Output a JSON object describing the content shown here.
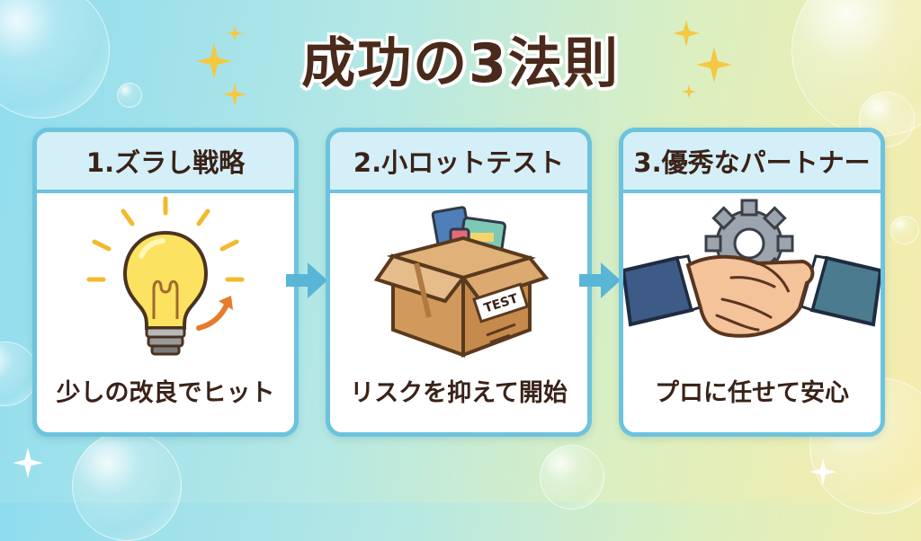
{
  "title": "成功の3法則",
  "cards": [
    {
      "heading": "1.ズラし戦略",
      "caption": "少しの改良でヒット",
      "icon": "lightbulb-icon"
    },
    {
      "heading": "2.小ロットテスト",
      "caption": "リスクを抑えて開始",
      "icon": "box-icon",
      "box_label": "TEST"
    },
    {
      "heading": "3.優秀なパートナー",
      "caption": "プロに任せて安心",
      "icon": "handshake-icon"
    }
  ],
  "colors": {
    "card_border": "#6cc3de",
    "card_header": "#d4eff7",
    "title_text": "#4a2a1a",
    "arrow": "#5ab6d6",
    "sparkle": "#f5c842"
  }
}
